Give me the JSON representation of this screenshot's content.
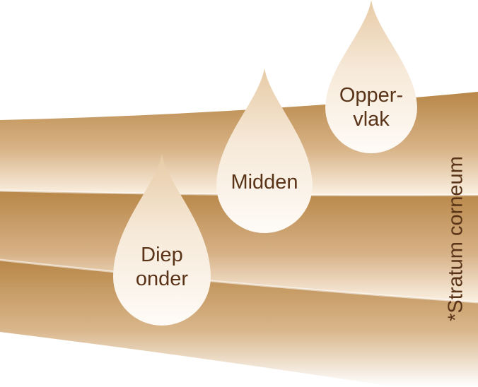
{
  "drops": [
    {
      "id": "deep",
      "lines": [
        "Diep",
        "onder"
      ]
    },
    {
      "id": "middle",
      "lines": [
        "Midden"
      ]
    },
    {
      "id": "surface",
      "lines": [
        "Opper-",
        "vlak"
      ]
    }
  ],
  "side_label": "*Stratum corneum",
  "colors": {
    "layer_dark": "#b88748",
    "layer_light": "#fbf1e3",
    "drop_tip": "#e9cfae",
    "drop_body": "#fdf8f1",
    "text": "#5a3418"
  }
}
